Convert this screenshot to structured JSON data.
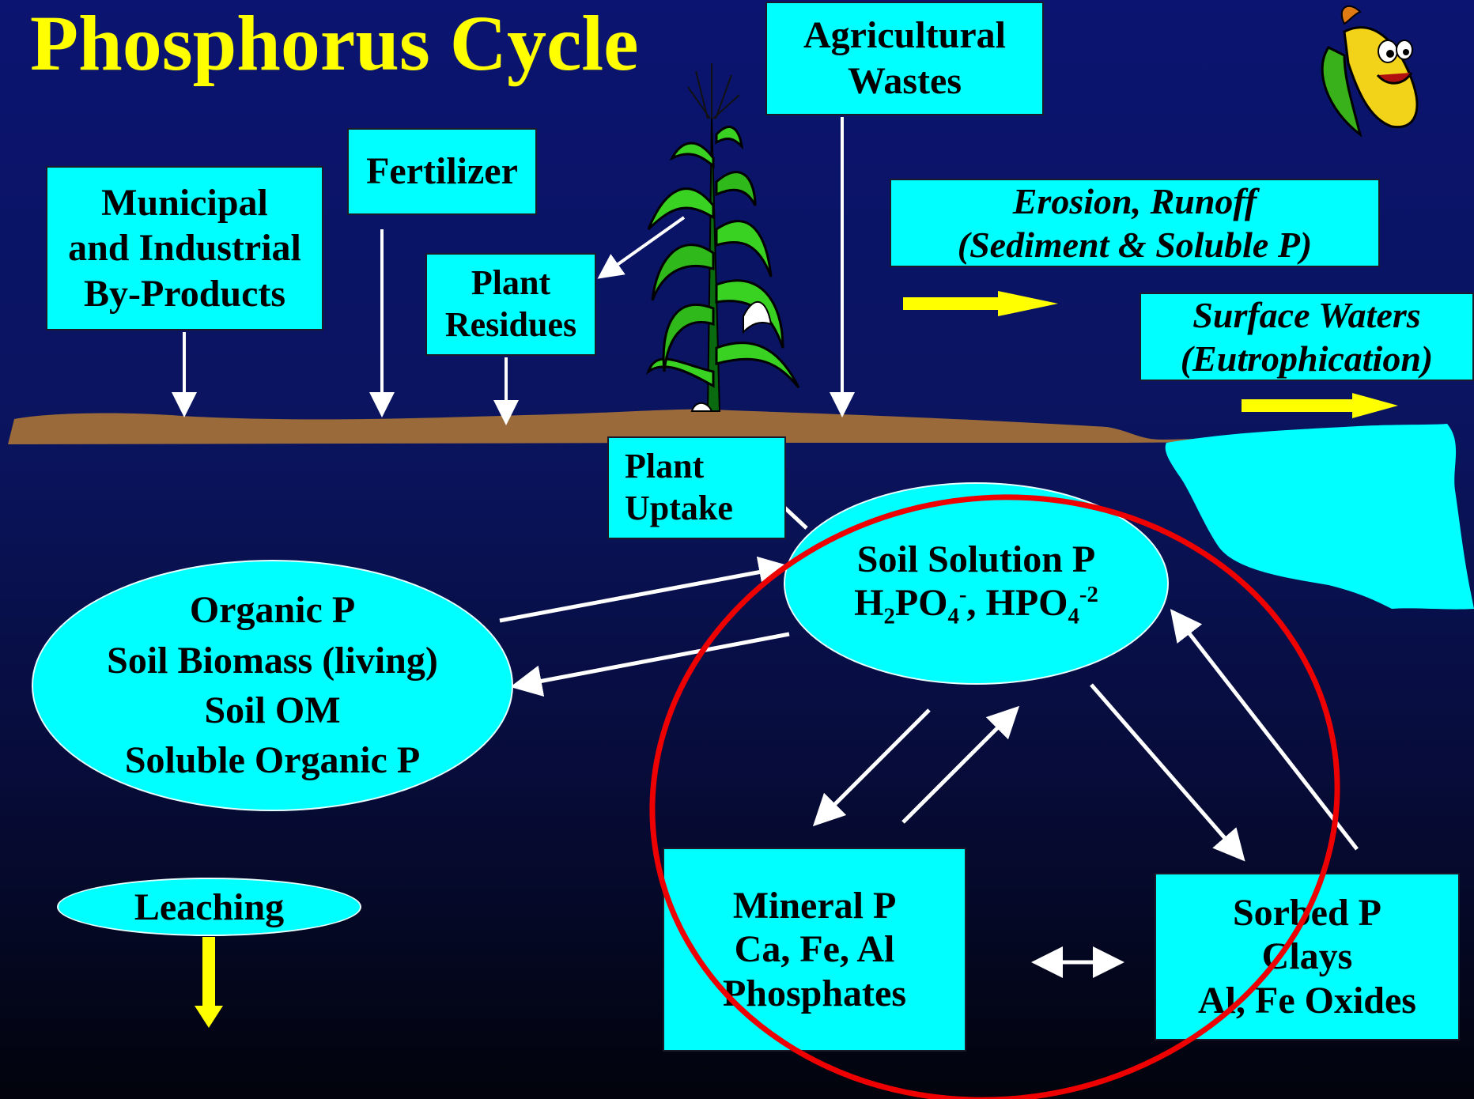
{
  "title": "Phosphorus Cycle",
  "inputs": {
    "municipal": [
      "Municipal",
      "and Industrial",
      "By-Products"
    ],
    "fertilizer": "Fertilizer",
    "plant_residues": [
      "Plant",
      "Residues"
    ],
    "agricultural_wastes": [
      "Agricultural",
      "Wastes"
    ]
  },
  "erosion": [
    "Erosion, Runoff",
    "(Sediment & Soluble P)"
  ],
  "surface_waters": [
    "Surface Waters",
    "(Eutrophication)"
  ],
  "plant_uptake": [
    "Plant",
    "Uptake"
  ],
  "soil_solution": {
    "line1": "Soil Solution P",
    "h2po4_prefix": "H",
    "h2po4_sub1": "2",
    "h2po4_mid": "PO",
    "h2po4_sub2": "4",
    "h2po4_sup": "-",
    "separator": ", HPO",
    "hpo4_sub": "4",
    "hpo4_sup": "-2"
  },
  "organic_p": [
    "Organic P",
    "Soil Biomass (living)",
    "Soil OM",
    "Soluble Organic P"
  ],
  "leaching": "Leaching",
  "mineral_p": [
    "Mineral P",
    "Ca, Fe, Al",
    "Phosphates"
  ],
  "sorbed_p": [
    "Sorbed P",
    "Clays",
    "Al, Fe Oxides"
  ],
  "colors": {
    "box": "#00ffff",
    "title": "#ffff00",
    "arrow_yellow": "#ffff00",
    "arrow_white": "#ffffff",
    "highlight_circle": "#ee0000",
    "soil": "#9a6a3a",
    "water": "#00ffff"
  }
}
